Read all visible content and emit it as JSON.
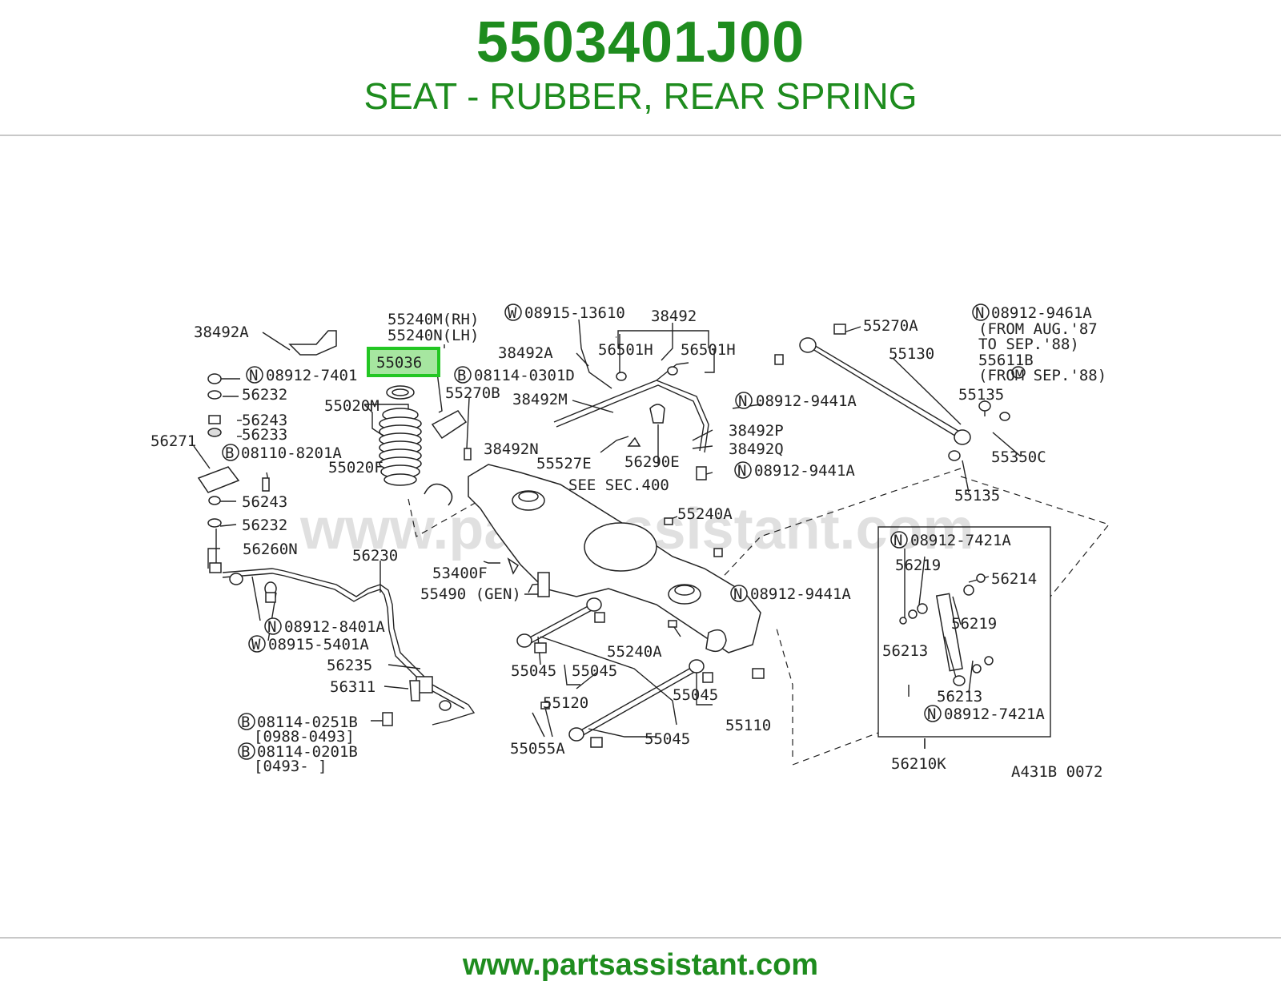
{
  "header": {
    "part_number": "5503401J00",
    "part_name": "SEAT - RUBBER, REAR SPRING"
  },
  "diagram": {
    "highlighted_part": "55036",
    "watermark": "www.partsassistant.com",
    "drawing_code": "A431B 0072",
    "labels": {
      "l_38492A_top": "38492A",
      "l_55240M": "55240M(RH)",
      "l_55240N": "55240N(LH)",
      "l_08915_13610": "08915-13610",
      "l_38492": "38492",
      "l_55270A": "55270A",
      "l_08912_9461A": "08912-9461A",
      "l_from_aug": "(FROM AUG.'87",
      "l_to_sep": "TO SEP.'88)",
      "l_55611B": "55611B",
      "l_from_sep": "(FROM SEP.'88)",
      "l_38492A_mid": "38492A",
      "l_56501H_1": "56501H",
      "l_56501H_2": "56501H",
      "l_55130": "55130",
      "l_08912_7401": "08912-7401",
      "l_08114_0301D": "08114-0301D",
      "l_55270B": "55270B",
      "l_56232_a": "56232",
      "l_38492M": "38492M",
      "l_08912_9441A_a": "08912-9441A",
      "l_55135_a": "55135",
      "l_55020M": "55020M",
      "l_56243_a": "56243",
      "l_56233": "56233",
      "l_38492P": "38492P",
      "l_38492N": "38492N",
      "l_38492Q": "38492Q",
      "l_56271": "56271",
      "l_08110_8201A": "08110-8201A",
      "l_55527E": "55527E",
      "l_56290E": "56290E",
      "l_55350C": "55350C",
      "l_55020F": "55020F",
      "l_08912_9441A_b": "08912-9441A",
      "l_see_sec": "SEE SEC.400",
      "l_55135_b": "55135",
      "l_56243_b": "56243",
      "l_56232_b": "56232",
      "l_55240A_a": "55240A",
      "l_56260N": "56260N",
      "l_56230": "56230",
      "l_08912_7421A_a": "08912-7421A",
      "l_53400F": "53400F",
      "l_56219_a": "56219",
      "l_56214": "56214",
      "l_55490": "55490 (GEN)",
      "l_08912_9441A_c": "08912-9441A",
      "l_56219_b": "56219",
      "l_08912_8401A": "08912-8401A",
      "l_08915_5401A": "08915-5401A",
      "l_55240A_b": "55240A",
      "l_56213_a": "56213",
      "l_56235": "56235",
      "l_55045_a": "55045",
      "l_55045_b": "55045",
      "l_56311": "56311",
      "l_55045_c": "55045",
      "l_56213_b": "56213",
      "l_55120": "55120",
      "l_08912_7421A_b": "08912-7421A",
      "l_08114_0251B": "08114-0251B",
      "l_55110": "55110",
      "l_bracket_0988": "[0988-0493]",
      "l_55055A": "55055A",
      "l_55045_d": "55045",
      "l_08114_0201B": "08114-0201B",
      "l_bracket_0493": "[0493-     ]",
      "l_56210K": "56210K"
    },
    "prefix_symbols": {
      "w": "W",
      "n": "N",
      "b": "B"
    }
  },
  "footer": {
    "url": "www.partsassistant.com"
  },
  "colors": {
    "brand_green": "#1e8c1e",
    "highlight_fill": "#a6e6a0",
    "highlight_border": "#23c623"
  }
}
